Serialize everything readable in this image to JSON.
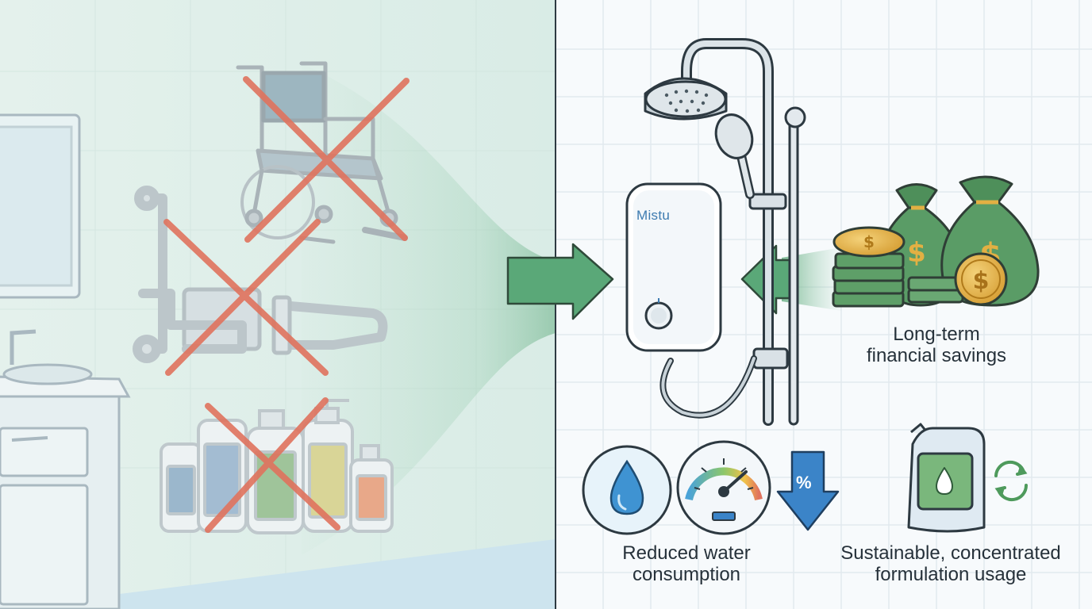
{
  "brand": "Mistu",
  "discount_symbol": "%",
  "benefits": [
    {
      "line1": "Long-term",
      "line2": "financial savings",
      "icon": "money-bags-coins-icon"
    },
    {
      "line1": "Reduced water",
      "line2": "consumption",
      "icon": "water-drop-gauge-icon"
    },
    {
      "line1": "Sustainable, concentrated",
      "line2": "formulation usage",
      "icon": "refill-pouch-recycle-icon"
    }
  ],
  "removed_items": [
    "wheelchair-icon",
    "grab-bars-icon",
    "toiletry-bottles-icon"
  ],
  "colors": {
    "arrow_green": "#4f9d6c",
    "cross_red": "#e0735e",
    "arrow_blue": "#3b84c8",
    "money_green": "#4e8f5a",
    "coin_gold": "#e2b043"
  }
}
